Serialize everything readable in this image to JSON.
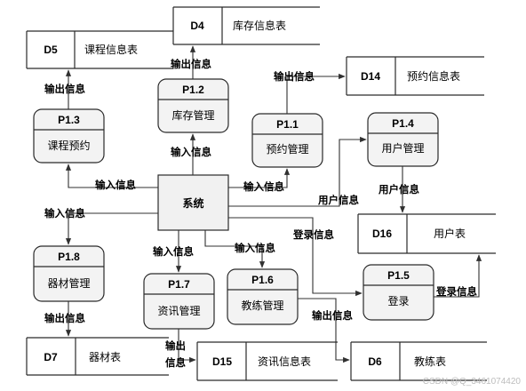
{
  "diagram": {
    "external_entity": {
      "label": "系统"
    },
    "processes": [
      {
        "key": "p11",
        "id": "P1.1",
        "name": "预约管理"
      },
      {
        "key": "p12",
        "id": "P1.2",
        "name": "库存管理"
      },
      {
        "key": "p13",
        "id": "P1.3",
        "name": "课程预约"
      },
      {
        "key": "p14",
        "id": "P1.4",
        "name": "用户管理"
      },
      {
        "key": "p15",
        "id": "P1.5",
        "name": "登录"
      },
      {
        "key": "p16",
        "id": "P1.6",
        "name": "教练管理"
      },
      {
        "key": "p17",
        "id": "P1.7",
        "name": "资讯管理"
      },
      {
        "key": "p18",
        "id": "P1.8",
        "name": "器材管理"
      }
    ],
    "stores": [
      {
        "key": "d4",
        "id": "D4",
        "name": "库存信息表"
      },
      {
        "key": "d5",
        "id": "D5",
        "name": "课程信息表"
      },
      {
        "key": "d14",
        "id": "D14",
        "name": "预约信息表"
      },
      {
        "key": "d16",
        "id": "D16",
        "name": "用户表"
      },
      {
        "key": "d7",
        "id": "D7",
        "name": "器材表"
      },
      {
        "key": "d15",
        "id": "D15",
        "name": "资讯信息表"
      },
      {
        "key": "d6",
        "id": "D6",
        "name": "教练表"
      }
    ],
    "flow_labels": {
      "input": "输入信息",
      "output": "输出信息",
      "user_info": "用户信息",
      "login_info": "登录信息",
      "output_line1": "输出",
      "output_line2": "信息"
    }
  },
  "watermark": "CSDN @Q_3461074420"
}
